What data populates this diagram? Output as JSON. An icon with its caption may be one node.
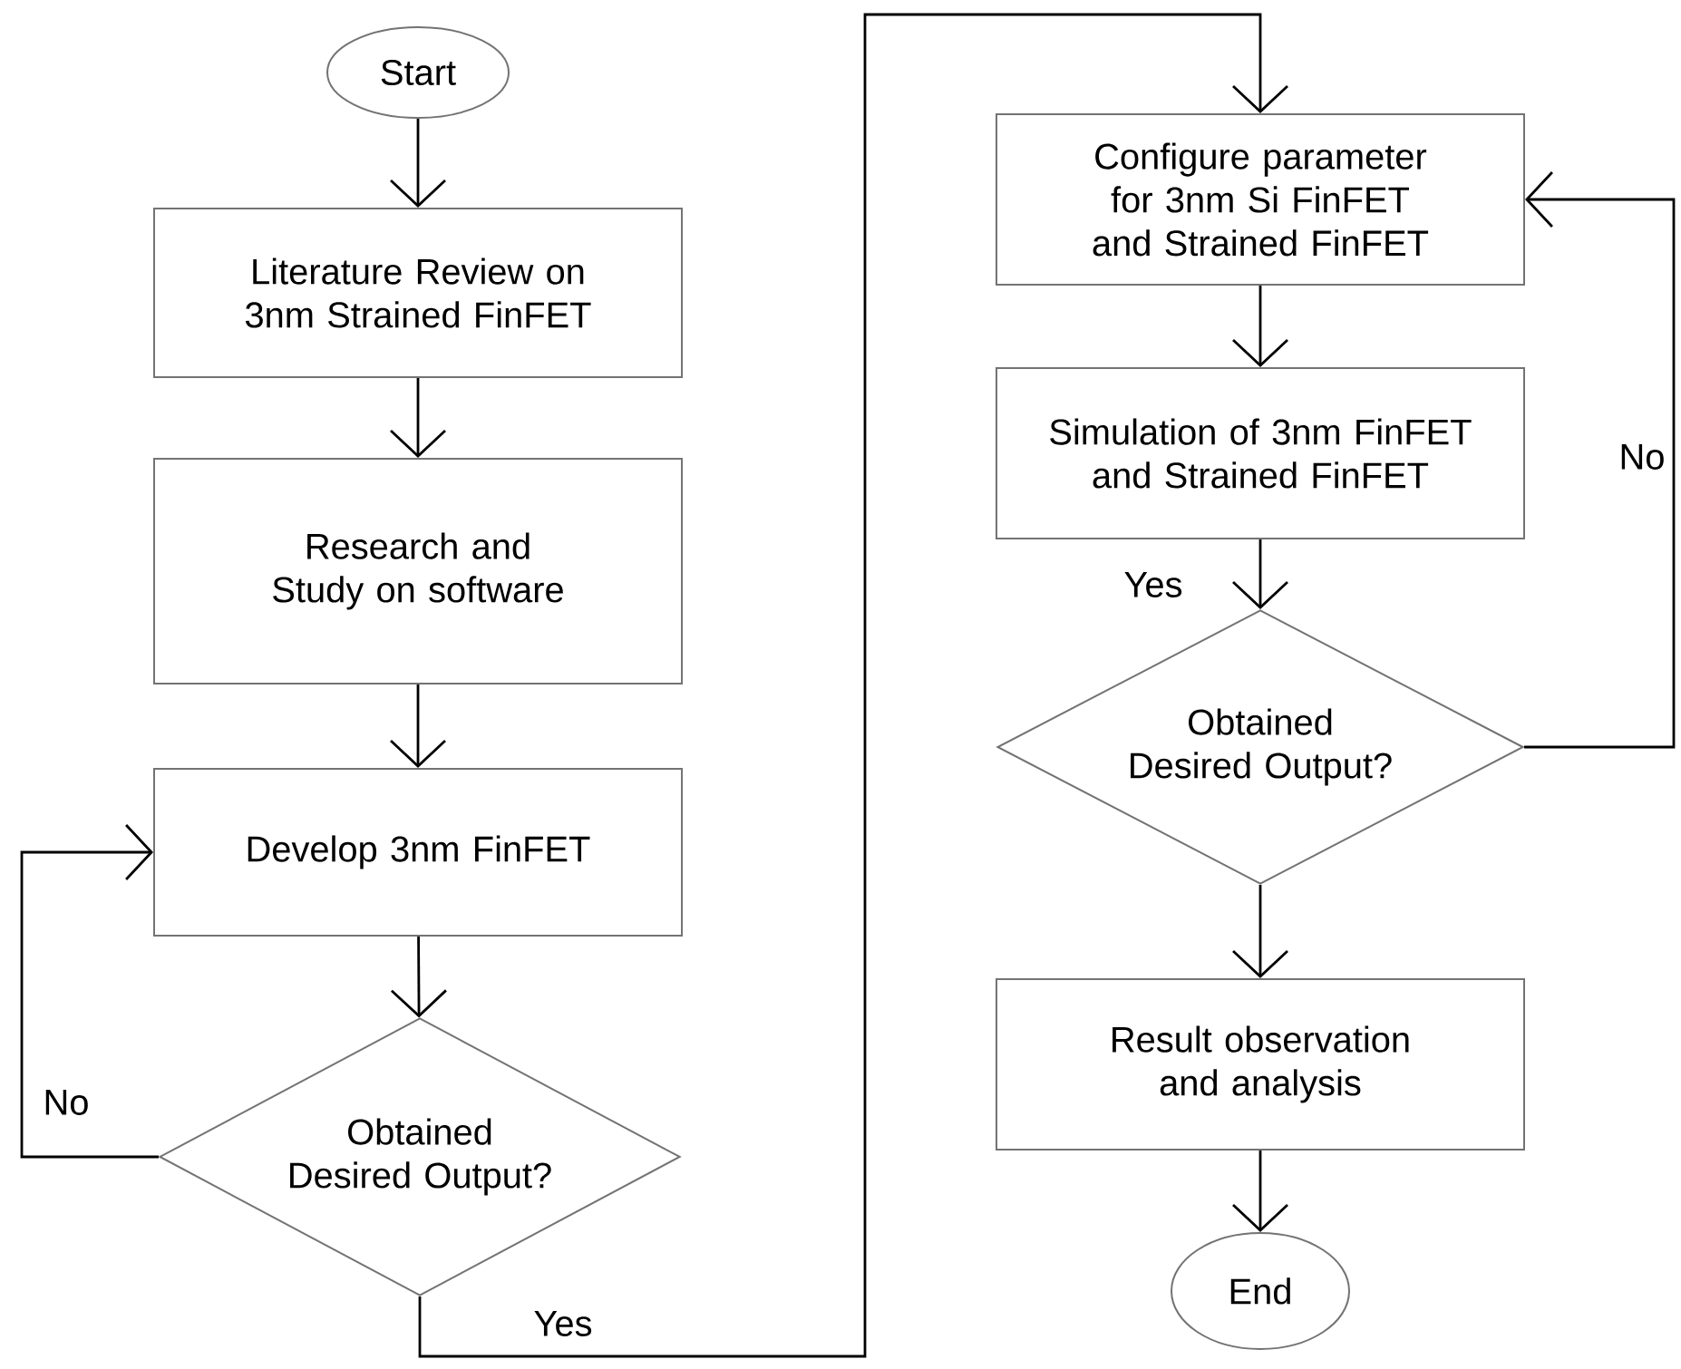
{
  "diagram": {
    "nodes": [
      {
        "text": [
          "Start"
        ]
      },
      {
        "text": [
          "Literature Review on 3nm Strained FinFET"
        ]
      },
      {
        "text": [
          "Research and Study on software"
        ]
      },
      {
        "text": [
          "Develop 3nm FinFET"
        ]
      },
      {
        "text": [
          "Obtained Desired Output?"
        ]
      },
      {
        "text": [
          "Configure parameter for 3nm Si FinFET and Strained FinFET"
        ]
      },
      {
        "text": [
          "Simulation of 3nm FinFET and Strained FinFET"
        ]
      },
      {
        "text": [
          "Obtained Desired Output?"
        ]
      },
      {
        "text": [
          "Result observation and analysis"
        ]
      },
      {
        "text": [
          "End"
        ]
      }
    ],
    "edges": [
      {
        "from": 0,
        "to": 1,
        "arrow": "to"
      },
      {
        "from": 1,
        "to": 2,
        "arrow": "to"
      },
      {
        "from": 2,
        "to": 3,
        "arrow": "to"
      },
      {
        "from": 3,
        "to": 4,
        "arrow": "to"
      },
      {
        "from": 4,
        "to": 3,
        "arrow": "to",
        "label": "No"
      },
      {
        "from": 4,
        "to": 5,
        "arrow": "to",
        "label": "Yes"
      },
      {
        "from": 5,
        "to": 6,
        "arrow": "to"
      },
      {
        "from": 6,
        "to": 7,
        "arrow": "to",
        "label": "Yes"
      },
      {
        "from": 7,
        "to": 8,
        "arrow": "to"
      },
      {
        "from": 7,
        "to": 5,
        "arrow": "to",
        "label": "No"
      },
      {
        "from": 8,
        "to": 9,
        "arrow": "to"
      }
    ]
  }
}
